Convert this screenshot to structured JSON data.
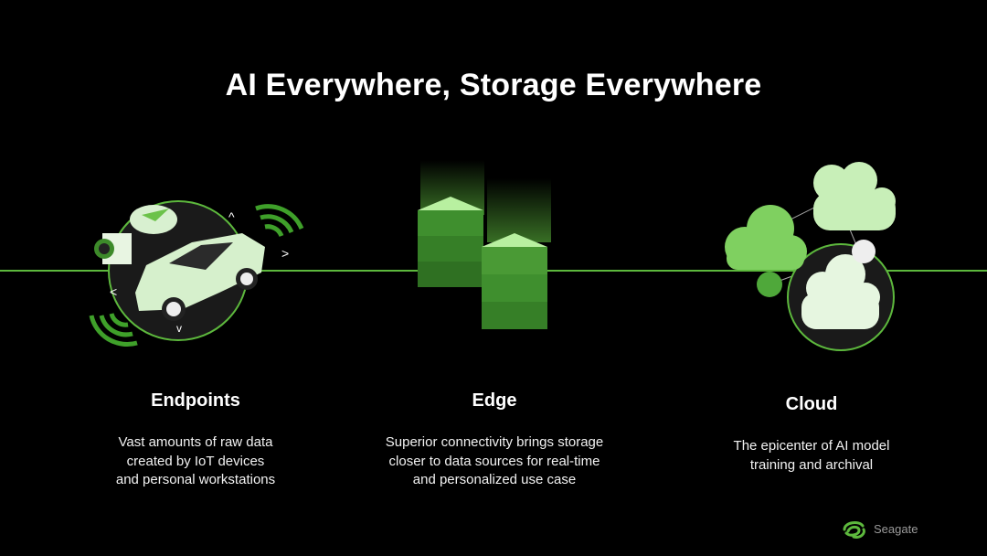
{
  "title": "AI Everywhere, Storage Everywhere",
  "columns": [
    {
      "heading": "Endpoints",
      "lines": [
        "Vast amounts of raw data",
        "created by IoT devices",
        "and personal workstations"
      ],
      "icon": "car-sensors-icon"
    },
    {
      "heading": "Edge",
      "lines": [
        "Superior connectivity brings storage",
        "closer to data sources for real-time",
        "and personalized use case"
      ],
      "icon": "server-stack-icon"
    },
    {
      "heading": "Cloud",
      "lines": [
        "The epicenter of AI model",
        "training and archival"
      ],
      "icon": "cloud-network-icon"
    }
  ],
  "brand": {
    "name": "Seagate",
    "accent": "#5db83d"
  }
}
